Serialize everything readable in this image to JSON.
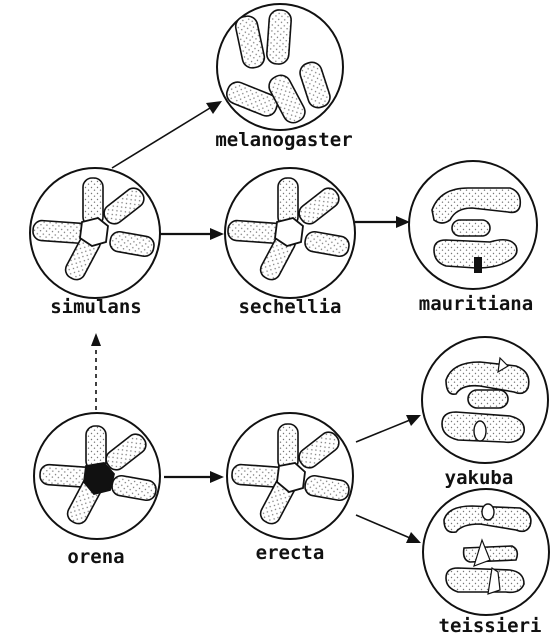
{
  "labels": {
    "melanogaster": "melanogaster",
    "simulans": "simulans",
    "sechellia": "sechellia",
    "mauritiana": "mauritiana",
    "orena": "orena",
    "erecta": "erecta",
    "yakuba": "yakuba",
    "teissieri": "teissieri"
  },
  "colors": {
    "ink": "#111111",
    "background": "#ffffff",
    "stipple": "#777777"
  }
}
